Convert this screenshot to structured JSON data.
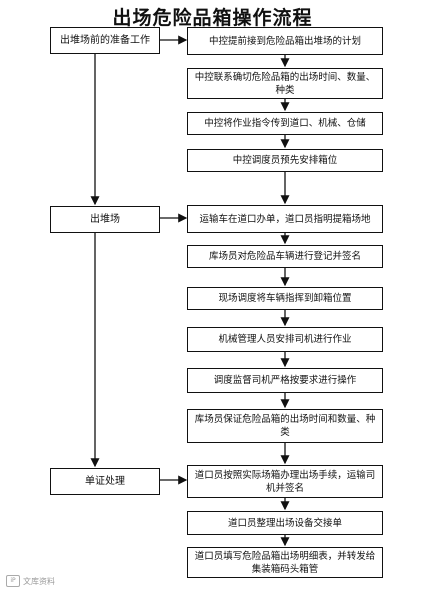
{
  "title": "出场危险品箱操作流程",
  "sides": [
    "出堆场前的准备工作",
    "出堆场",
    "单证处理"
  ],
  "steps": [
    "中控提前接到危险品箱出堆场的计划",
    "中控联系确切危险品箱的出场时间、数量、种类",
    "中控将作业指令传到道口、机械、仓储",
    "中控调度员预先安排箱位",
    "运输车在道口办单，道口员指明提箱场地",
    "库场员对危险品车辆进行登记并签名",
    "现场调度将车辆指挥到卸箱位置",
    "机械管理人员安排司机进行作业",
    "调度监督司机严格按要求进行操作",
    "库场员保证危险品箱的出场时间和数量、种类",
    "道口员按照实际场箱办理出场手续，运输司机并签名",
    "道口员整理出场设备交接单",
    "道口员填写危险品箱出场明细表，并转发给集装箱码头箱管"
  ],
  "watermark": "文库资料"
}
